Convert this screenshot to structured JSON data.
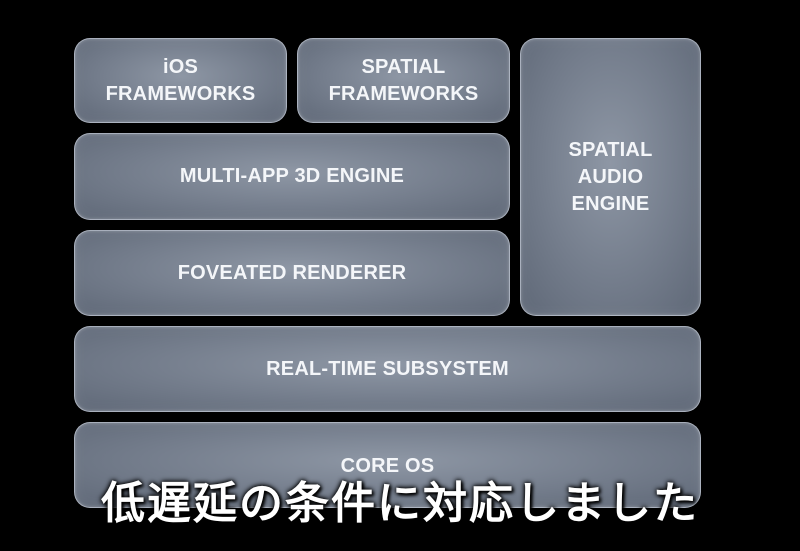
{
  "diagram": {
    "blocks": {
      "ios_frameworks": "iOS\nFRAMEWORKS",
      "spatial_frameworks": "SPATIAL\nFRAMEWORKS",
      "spatial_audio_engine": "SPATIAL\nAUDIO\nENGINE",
      "multi_app_3d_engine": "MULTI-APP 3D ENGINE",
      "foveated_renderer": "FOVEATED RENDERER",
      "real_time_subsystem": "REAL-TIME SUBSYSTEM",
      "core_os": "CORE OS"
    }
  },
  "subtitle": "低遅延の条件に対応しました",
  "colors": {
    "background": "#000000",
    "block_fill": "#7a8391",
    "block_border": "#e1e8f2",
    "text": "#f4f6f9"
  }
}
